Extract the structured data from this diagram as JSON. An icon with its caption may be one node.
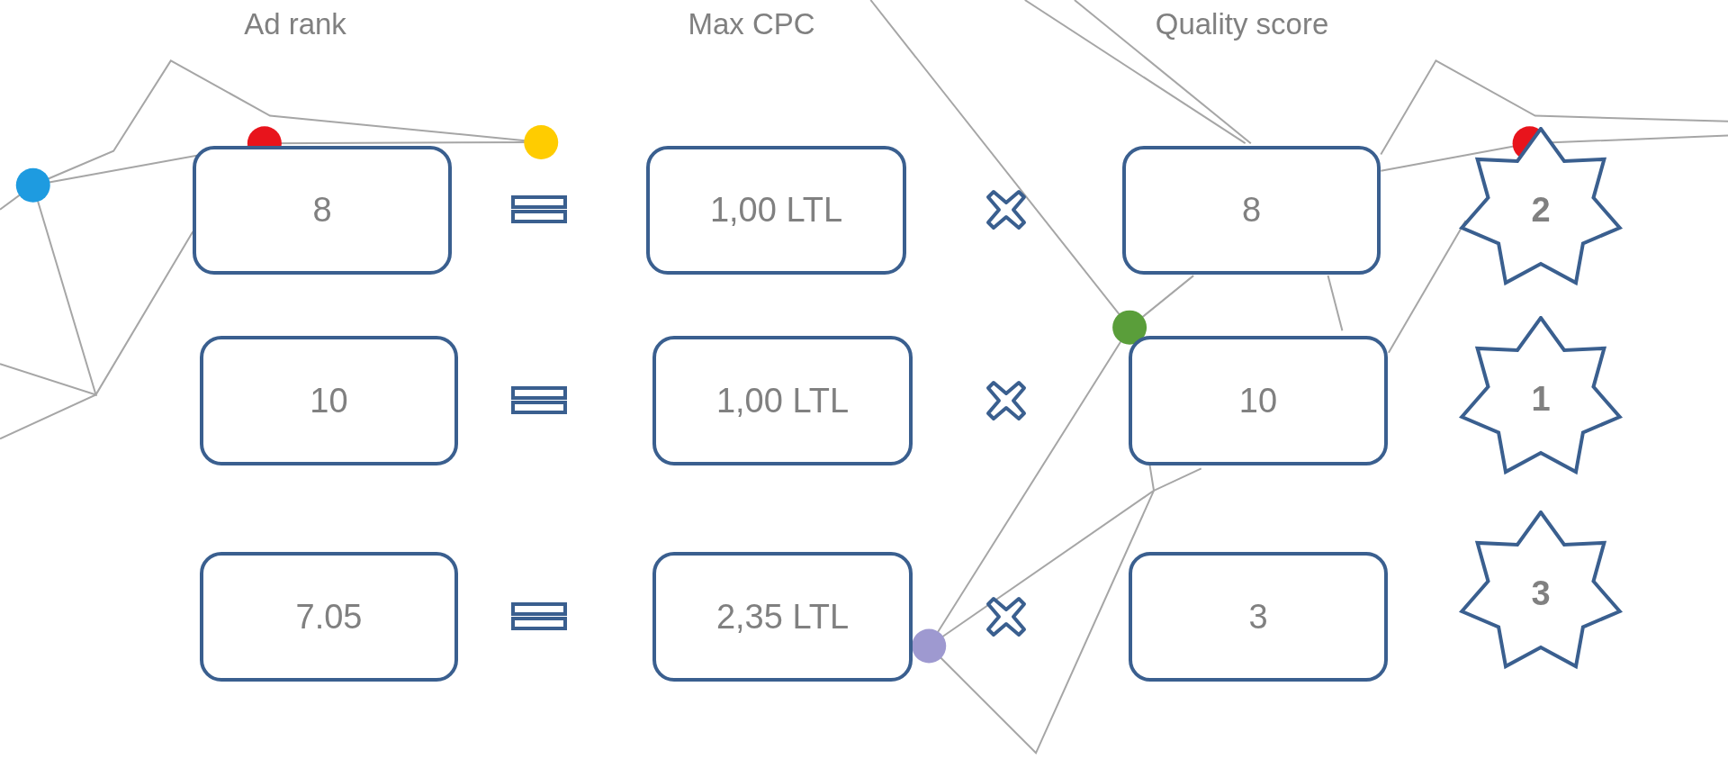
{
  "diagram": {
    "nodes": [
      {
        "text": [
          "8"
        ]
      },
      {
        "text": [
          "1,00 LTL"
        ]
      },
      {
        "text": [
          "8"
        ]
      },
      {
        "text": [
          "2"
        ]
      },
      {
        "text": [
          "10"
        ]
      },
      {
        "text": [
          "1,00 LTL"
        ]
      },
      {
        "text": [
          "10"
        ]
      },
      {
        "text": [
          "1"
        ]
      },
      {
        "text": [
          "7.05"
        ]
      },
      {
        "text": [
          "2,35 LTL"
        ]
      },
      {
        "text": [
          "3"
        ]
      },
      {
        "text": [
          "3"
        ]
      }
    ],
    "labels": [
      "Ad rank",
      "Max CPC",
      "Quality score"
    ]
  }
}
